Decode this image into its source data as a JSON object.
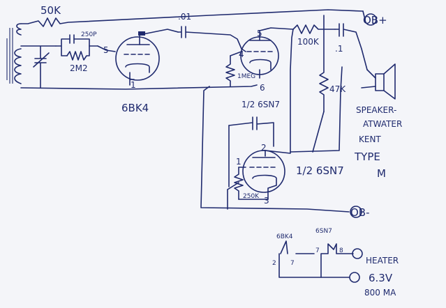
{
  "labels": {
    "pot_top": "50K",
    "cap_grid": "250P",
    "res_grid": "2M2",
    "tube1_pin5": "5",
    "tube1_pin1": "1",
    "tube1_name": "6BK4",
    "cap_coupling": ".01",
    "tube2_pin5": "5",
    "tube2_pin4": "4",
    "tube2_pin6": "6",
    "res_1meg": "1MEG",
    "tube2_name": "1/2 6SN7",
    "res_100k": "100K",
    "cap_output": ".1",
    "res_47k": "47K",
    "terminal_bplus": "OB+",
    "terminal_bminus": "OB-",
    "speaker_line1": "SPEAKER-",
    "speaker_line2": "ATWATER",
    "speaker_line3": "KENT",
    "speaker_line4": "TYPE",
    "speaker_line5": "M",
    "tube3_pin2": "2",
    "tube3_pin1": "1",
    "tube3_pin3": "3",
    "tube3_name": "1/2 6SN7",
    "pot_cathode": "250K",
    "heater_6bk4": "6BK4",
    "heater_6sn7": "6SN7",
    "heater_pin2": "2",
    "heater_pin7a": "7",
    "heater_pin7b": "7",
    "heater_pin8": "8",
    "heater_title": "HEATER",
    "heater_voltage": "6.3V",
    "heater_current": "800 MA"
  }
}
